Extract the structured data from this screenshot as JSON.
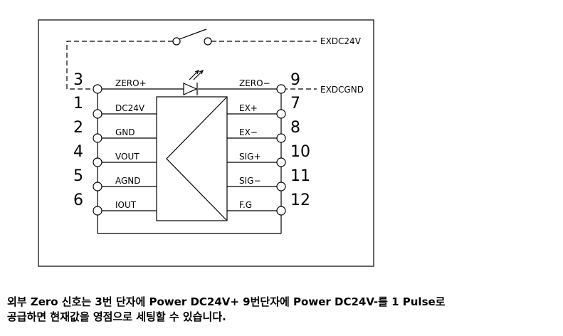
{
  "diagram": {
    "labels": {
      "exdc24v": "EXDC24V",
      "exdcgnd": "EXDCGND",
      "zero_plus": "ZERO+",
      "zero_minus": "ZERO−",
      "dc24v": "DC24V",
      "gnd": "GND",
      "vout": "VOUT",
      "agnd": "AGND",
      "iout": "IOUT",
      "ex_plus": "EX+",
      "ex_minus": "EX−",
      "sig_plus": "SIG+",
      "sig_minus": "SIG−",
      "fg": "F.G"
    },
    "pins": {
      "p3": "3",
      "p1": "1",
      "p2": "2",
      "p4": "4",
      "p5": "5",
      "p6": "6",
      "p9": "9",
      "p7": "7",
      "p8": "8",
      "p10": "10",
      "p11": "11",
      "p12": "12"
    }
  },
  "caption": {
    "line1": "외부 Zero 신호는 3번 단자에 Power DC24V+ 9번단자에 Power DC24V-를 1 Pulse로",
    "line2": "공급하면 현재값을 영점으로 세팅할 수 있습니다."
  }
}
